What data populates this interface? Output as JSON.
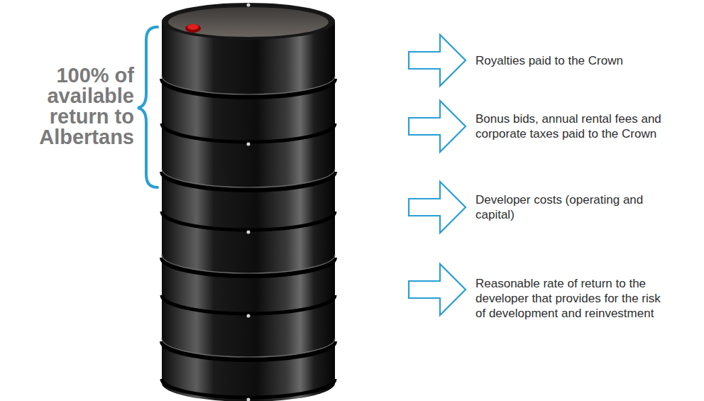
{
  "diagram": {
    "labels": [
      "100% of available return to Albertans",
      "Royalties paid to the Crown",
      "Bonus bids, annual rental fees and corporate taxes paid to the Crown",
      "Developer costs (operating and capital)",
      "Reasonable rate of return to the developer that provides for the risk of development and reinvestment"
    ]
  }
}
